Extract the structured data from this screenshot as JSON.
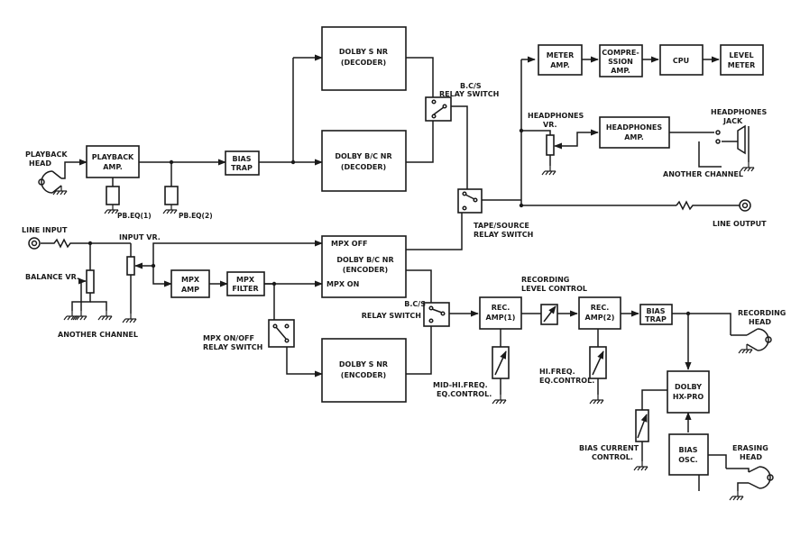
{
  "blocks": {
    "dolby_s_decoder": [
      "DOLBY S NR",
      "(DECODER)"
    ],
    "dolby_bc_decoder": [
      "DOLBY B/C NR",
      "(DECODER)"
    ],
    "dolby_bc_encoder": [
      "DOLBY B/C NR",
      "(ENCODER)"
    ],
    "dolby_s_encoder": [
      "DOLBY S NR",
      "(ENCODER)"
    ],
    "playback_amp": [
      "PLAYBACK",
      "AMP."
    ],
    "bias_trap_top": [
      "BIAS",
      "TRAP"
    ],
    "mpx_amp": [
      "MPX",
      "AMP"
    ],
    "mpx_filter": [
      "MPX",
      "FILTER"
    ],
    "meter_amp": [
      "METER",
      "AMP."
    ],
    "compression_amp": [
      "COMPRE-",
      "SSION",
      "AMP."
    ],
    "cpu": [
      "CPU"
    ],
    "level_meter": [
      "LEVEL",
      "METER"
    ],
    "headphones_amp": [
      "HEADPHONES",
      "AMP."
    ],
    "rec_amp1": [
      "REC.",
      "AMP(1)"
    ],
    "rec_amp2": [
      "REC.",
      "AMP(2)"
    ],
    "bias_trap_bottom": [
      "BIAS",
      "TRAP"
    ],
    "dolby_hx_pro": [
      "DOLBY",
      "HX-PRO"
    ],
    "bias_osc": [
      "BIAS",
      "OSC."
    ]
  },
  "labels": {
    "playback_head": [
      "PLAYBACK",
      "HEAD"
    ],
    "pb_eq1": "PB.EQ(1)",
    "pb_eq2": "PB.EQ(2)",
    "bc_relay_top": [
      "B.C/S",
      "RELAY SWITCH"
    ],
    "tape_source": [
      "TAPE/SOURCE",
      "RELAY SWITCH"
    ],
    "headphones_vr": [
      "HEADPHONES",
      "VR."
    ],
    "headphones_jack": [
      "HEADPHONES",
      "JACK"
    ],
    "another_channel_top": "ANOTHER CHANNEL",
    "line_output": "LINE OUTPUT",
    "line_input": "LINE INPUT",
    "input_vr": "INPUT VR.",
    "balance_vr": "BALANCE VR.",
    "another_channel_bottom": "ANOTHER CHANNEL",
    "mpx_off": "MPX OFF",
    "mpx_on": "MPX ON",
    "mpx_relay": [
      "MPX ON/OFF",
      "RELAY SWITCH"
    ],
    "bc_relay_bottom": [
      "B.C/S",
      "RELAY SWITCH"
    ],
    "recording_level": [
      "RECORDING",
      "LEVEL CONTROL"
    ],
    "mid_hi_freq": [
      "MID-HI.FREQ.",
      "EQ.CONTROL."
    ],
    "hi_freq": [
      "HI.FREQ.",
      "EQ.CONTROL."
    ],
    "recording_head": [
      "RECORDING",
      "HEAD"
    ],
    "bias_current": [
      "BIAS CURRENT",
      "CONTROL."
    ],
    "erasing_head": [
      "ERASING",
      "HEAD"
    ]
  }
}
